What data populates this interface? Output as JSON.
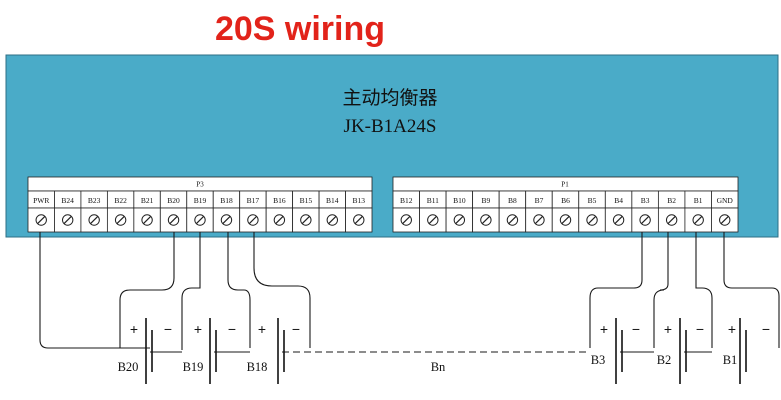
{
  "title": "20S wiring",
  "board": {
    "name_cn": "主动均衡器",
    "model": "JK-B1A24S",
    "color": "#4aabc8"
  },
  "connector_p3": {
    "label": "P3",
    "pins": [
      "PWR",
      "B24",
      "B23",
      "B22",
      "B21",
      "B20",
      "B19",
      "B18",
      "B17",
      "B16",
      "B15",
      "B14",
      "B13"
    ]
  },
  "connector_p1": {
    "label": "P1",
    "pins": [
      "B12",
      "B11",
      "B10",
      "B9",
      "B8",
      "B7",
      "B6",
      "B5",
      "B4",
      "B3",
      "B2",
      "B1",
      "GND"
    ]
  },
  "cells": [
    {
      "label": "B20"
    },
    {
      "label": "B19"
    },
    {
      "label": "B18"
    },
    {
      "label": "B3"
    },
    {
      "label": "B2"
    },
    {
      "label": "B1"
    }
  ],
  "bn_label": "Bn",
  "plus_sign": "+",
  "minus_sign": "−"
}
